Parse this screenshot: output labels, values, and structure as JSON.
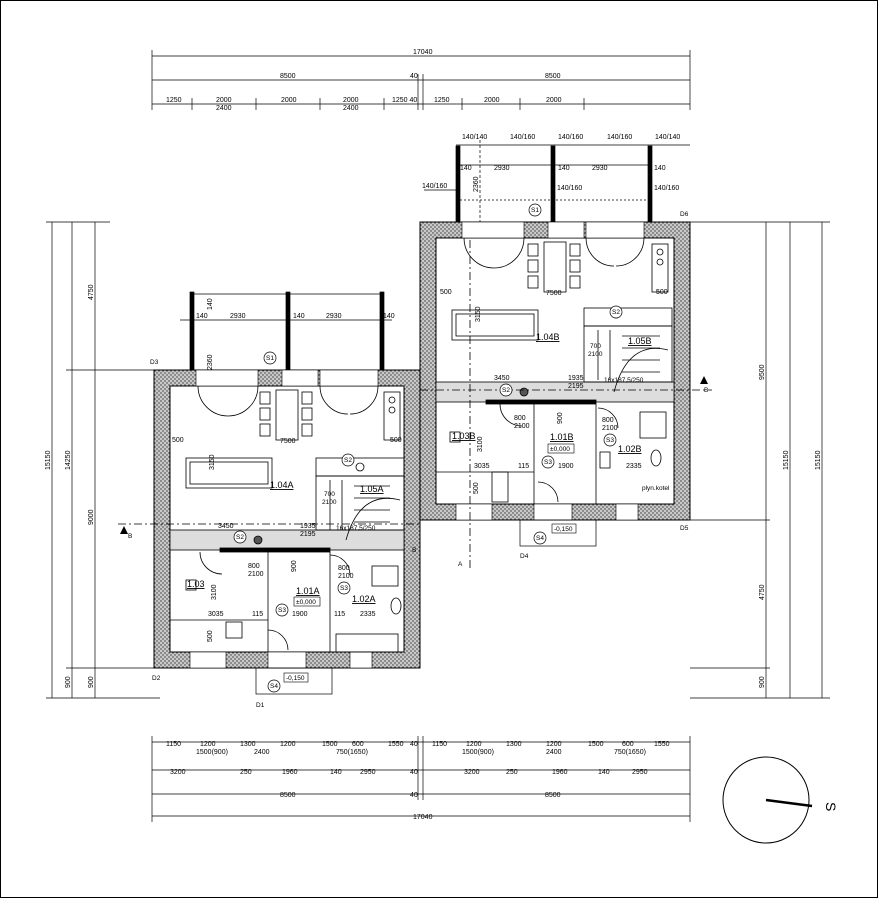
{
  "top_dims": {
    "total": "17040",
    "half_left": "8500",
    "gap": "40",
    "half_right": "8500",
    "seg_1250_a": "1250",
    "seg_2000_a": "2000",
    "seg_2400_a": "2400",
    "seg_2000_b": "2000",
    "seg_2000_c": "2000",
    "seg_2400_b": "2400",
    "seg_1250_40": "1250 40",
    "seg_1250_b": "1250",
    "seg_2000_d": "2000",
    "seg_2000_e": "2000"
  },
  "pergola_right": {
    "p1": "140/140",
    "p2": "140/160",
    "p3": "140/160",
    "p4": "140/160",
    "p5": "140/140",
    "w1": "2930",
    "w2": "2930",
    "d140a": "140",
    "d140b": "140",
    "d140c": "140",
    "depth": "2360",
    "side_l": "140/160",
    "side_m": "140/160",
    "side_r": "140/160"
  },
  "pergola_left": {
    "d140a": "140",
    "w1": "2930",
    "d140b": "140",
    "w2": "2930",
    "d140c": "140",
    "depth": "2360",
    "d140v": "140"
  },
  "left_vert_dims": {
    "total": "15150",
    "inner": "14250",
    "v4750": "4750",
    "v9000": "9000",
    "v900a": "900",
    "v900b": "900"
  },
  "right_vert_dims": {
    "v9500": "9500",
    "v15150a": "15150",
    "v15150b": "15150",
    "v4750": "4750",
    "v900": "900"
  },
  "rooms_left": {
    "living": "1.04A",
    "stair": "1.05A",
    "room_103": "1.03",
    "hall": "1.01A",
    "level": "±0,000",
    "bath": "1.02A"
  },
  "rooms_right": {
    "living": "1.04B",
    "stair": "1.05B",
    "room_103": "1.03B",
    "hall": "1.01B",
    "level": "±0,000",
    "bath": "1.02B",
    "boiler": "plyn.kotel"
  },
  "inner_dims_left": {
    "d500a": "500",
    "d7500": "7500",
    "d500b": "500",
    "d3150": "3150",
    "d3450": "3450",
    "d1935": "1935",
    "d2195": "2195",
    "d800a": "800",
    "d2100a": "2100",
    "d800b": "800",
    "d2100b": "2100",
    "d900": "900",
    "d3100": "3100",
    "d3035": "3035",
    "d115a": "115",
    "d1900": "1900",
    "d115b": "115",
    "d2335": "2335",
    "d500c": "500",
    "d700": "700",
    "d2100c": "2100",
    "stair_note": "16x187,5/250"
  },
  "inner_dims_right": {
    "d500a": "500",
    "d7500": "7500",
    "d500b": "500",
    "d3150": "3150",
    "d3450": "3450",
    "d1935": "1935",
    "d2195": "2195",
    "d800a": "800",
    "d2100a": "2100",
    "d800b": "800",
    "d2100b": "2100",
    "d900": "900",
    "d3100": "3100",
    "d3035": "3035",
    "d115a": "115",
    "d1900": "1900",
    "d2335": "2335",
    "d500c": "500",
    "d700": "700",
    "d2100c": "2100",
    "stair_note": "16x187,5/250"
  },
  "tags": {
    "s1": "S1",
    "s2": "S2",
    "s3": "S3",
    "s4": "S4",
    "d1": "D1",
    "d2": "D2",
    "d3": "D3",
    "d4": "D4",
    "d5": "D5",
    "d6": "D6",
    "lvl_neg": "-0,150",
    "section_a": "A",
    "section_b": "B"
  },
  "bottom_dims": {
    "r1": [
      "1150",
      "1200",
      "1300",
      "1200",
      "1500",
      "1550",
      "40",
      "1150",
      "1200",
      "1300",
      "1200",
      "1500",
      "1550"
    ],
    "r1_sub_a": "1500(900)",
    "r1_sub_b": "2400",
    "r1_sub_c": "750(1650)",
    "r1_sub_d": "1500(900)",
    "r1_sub_e": "2400",
    "r1_sub_f": "750(1650)",
    "r1_600": "600",
    "r1_600b": "600",
    "r2": [
      "3200",
      "250",
      "1960",
      "140",
      "2950",
      "40",
      "3200",
      "250",
      "1960",
      "140",
      "2950"
    ],
    "half_left": "8500",
    "gap": "40",
    "half_right": "8500",
    "total": "17040"
  },
  "north": {
    "label": "S"
  }
}
